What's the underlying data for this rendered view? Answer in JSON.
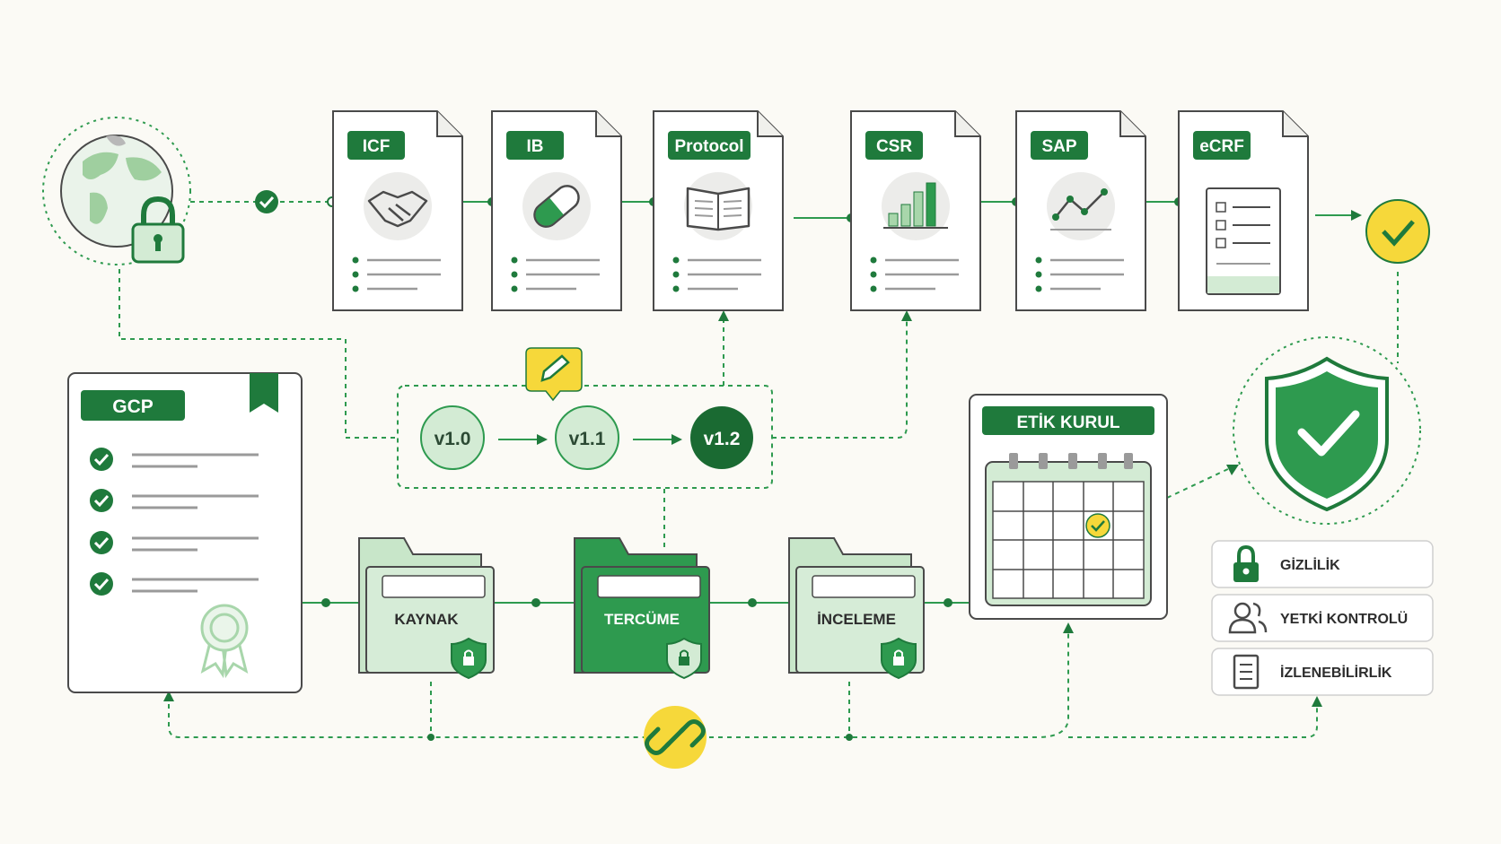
{
  "documents": [
    {
      "label": "ICF",
      "icon": "handshake-icon"
    },
    {
      "label": "IB",
      "icon": "pill-icon"
    },
    {
      "label": "Protocol",
      "icon": "book-icon"
    },
    {
      "label": "CSR",
      "icon": "bar-chart-icon"
    },
    {
      "label": "SAP",
      "icon": "line-chart-icon"
    },
    {
      "label": "eCRF",
      "icon": "form-checklist-icon"
    }
  ],
  "gcp": {
    "label": "GCP"
  },
  "versions": [
    "v1.0",
    "v1.1",
    "v1.2"
  ],
  "folders": [
    {
      "label": "KAYNAK"
    },
    {
      "label": "TERCÜME"
    },
    {
      "label": "İNCELEME"
    }
  ],
  "ethics": {
    "label": "ETİK KURUL"
  },
  "features": [
    {
      "label": "GİZLİLİK",
      "icon": "lock-icon"
    },
    {
      "label": "YETKİ KONTROLÜ",
      "icon": "users-icon"
    },
    {
      "label": "İZLENEBİLİRLİK",
      "icon": "document-list-icon"
    }
  ],
  "colors": {
    "primary": "#2e9a4f",
    "dark": "#1f7a3c",
    "light": "#d3ebd4",
    "accent": "#f6d83a",
    "border": "#4a4a4a",
    "background": "#fbfaf5"
  }
}
